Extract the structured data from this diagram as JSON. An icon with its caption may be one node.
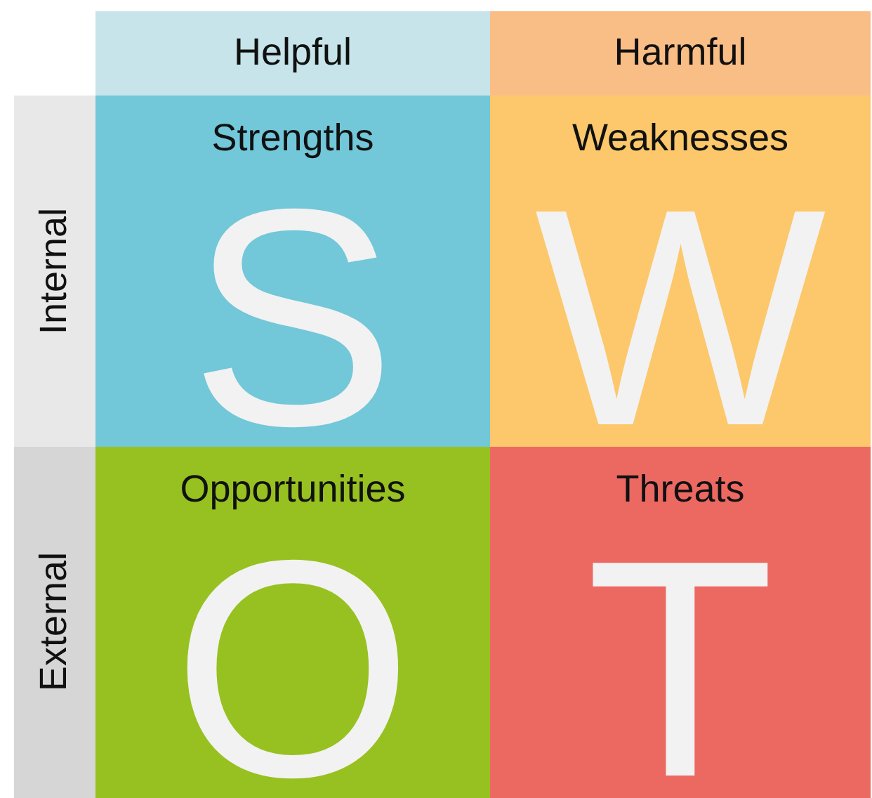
{
  "diagram": {
    "nodes": [
      {
        "text": [
          "Helpful"
        ]
      },
      {
        "text": [
          "Harmful"
        ]
      },
      {
        "text": [
          "Internal"
        ]
      },
      {
        "text": [
          "Strengths",
          "S"
        ]
      },
      {
        "text": [
          "Weaknesses",
          "W"
        ]
      },
      {
        "text": [
          "External"
        ]
      },
      {
        "text": [
          "Opportunities",
          "O"
        ]
      },
      {
        "text": [
          "Threats",
          "T"
        ]
      }
    ]
  }
}
